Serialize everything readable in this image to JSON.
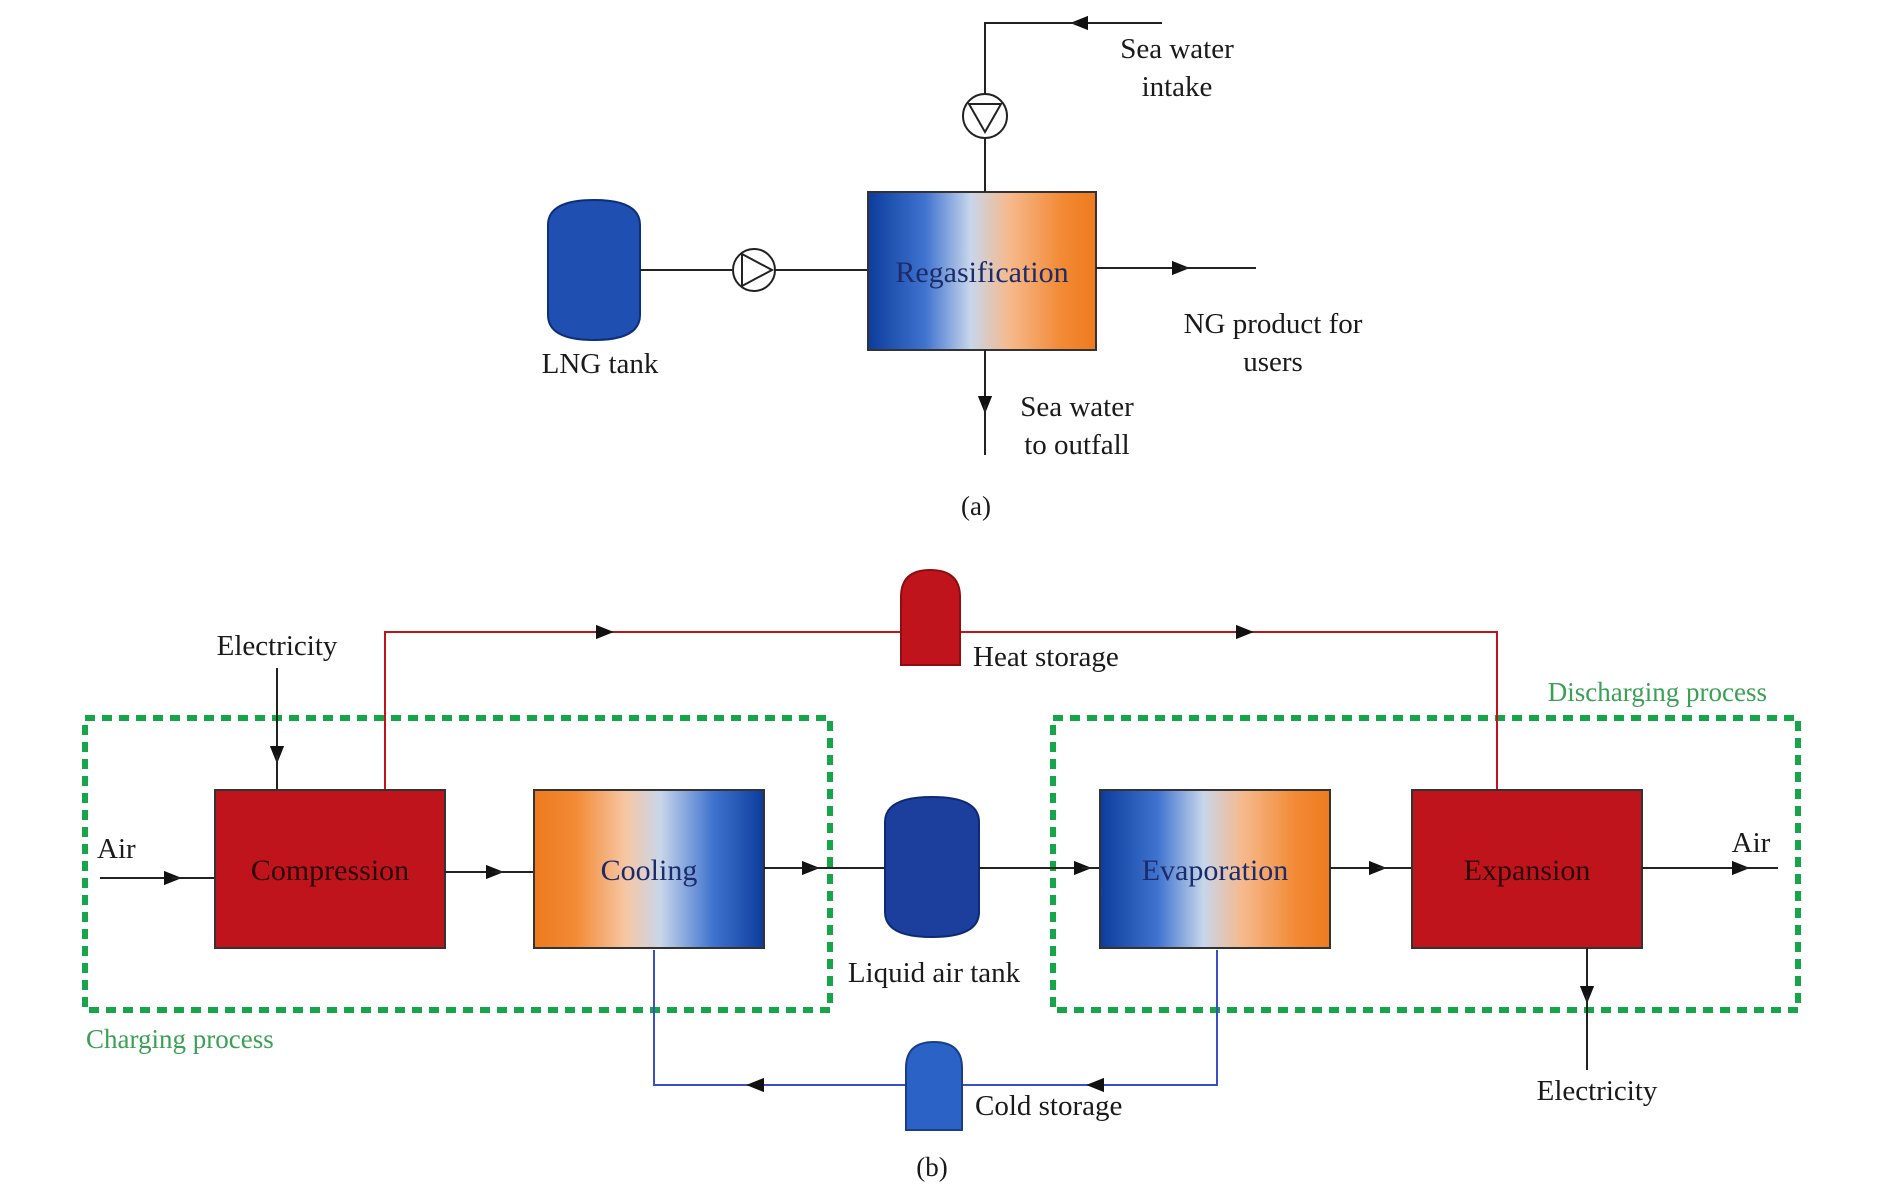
{
  "diagram_a": {
    "lng_tank": "LNG tank",
    "regasification": "Regasification",
    "sea_water_intake": [
      "Sea water",
      "intake"
    ],
    "ng_product": [
      "NG product for",
      "users"
    ],
    "sea_water_outfall": [
      "Sea water",
      "to outfall"
    ],
    "caption": "(a)"
  },
  "diagram_b": {
    "electricity_in": "Electricity",
    "air_in": "Air",
    "compression": "Compression",
    "cooling": "Cooling",
    "liquid_air_tank": "Liquid air tank",
    "evaporation": "Evaporation",
    "expansion": "Expansion",
    "air_out": "Air",
    "electricity_out": "Electricity",
    "heat_storage": "Heat storage",
    "cold_storage": "Cold storage",
    "charging_process": "Charging process",
    "discharging_process": "Discharging process",
    "caption": "(b)"
  },
  "colors": {
    "red_box": "#c0141c",
    "heat_line": "#c0141c",
    "cold_line": "#3b4fc4",
    "blue_tank": "#1f4fb0",
    "green_dash": "#17a54a",
    "orange": "#f07f22",
    "dark_blue": "#0c3c9c"
  }
}
